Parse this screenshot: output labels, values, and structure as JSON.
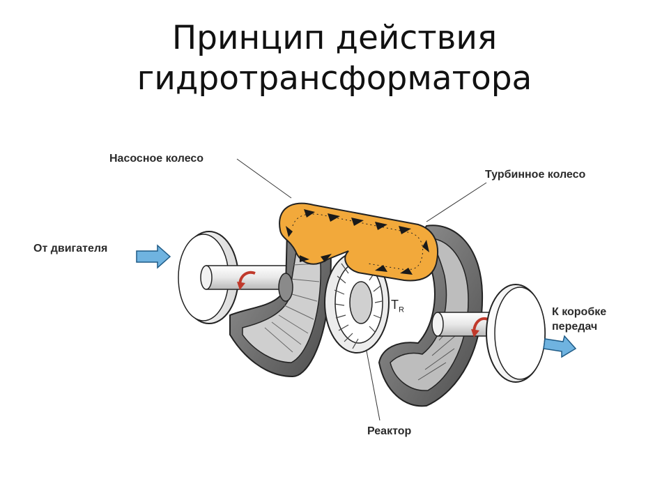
{
  "title": {
    "line1": "Принцип действия",
    "line2": "гидротрансформатора"
  },
  "labels": {
    "pump_wheel": "Насосное колесо",
    "turbine_wheel": "Турбинное колесо",
    "from_engine": "От двигателя",
    "to_gearbox_line1": "К коробке",
    "to_gearbox_line2": "передач",
    "reactor": "Реактор",
    "torque_symbol": "T",
    "torque_subscript": "R"
  },
  "colors": {
    "flow_fill": "#f2a93b",
    "flow_arrows": "#1a1a1a",
    "direction_arrow": "#c0392b",
    "blue_arrow": "#6fb3e0",
    "metal_dark": "#5a5a5a",
    "metal_mid": "#a9a9a9",
    "metal_light": "#e6e6e6"
  },
  "icons": {
    "input_arrow": "arrow-right-icon",
    "output_arrow": "arrow-right-icon",
    "rotation_arrow": "curved-arrow-icon"
  }
}
